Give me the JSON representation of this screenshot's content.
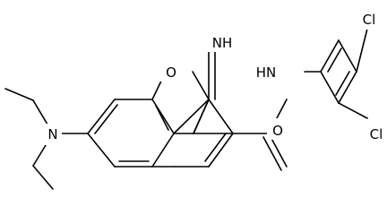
{
  "diagram": {
    "atoms": {
      "ring_oxygen": "O",
      "imine": "NH",
      "amide_nh": "HN",
      "amide_oxygen": "O",
      "amine_n": "N",
      "chlorine_top": "Cl",
      "chlorine_bottom": "Cl"
    }
  }
}
